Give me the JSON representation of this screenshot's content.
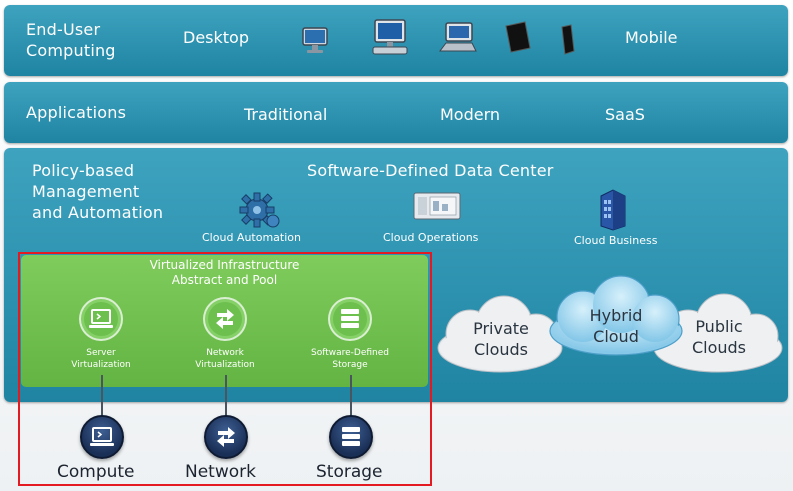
{
  "top_band": {
    "title_line1": "End-User",
    "title_line2": "Computing",
    "desktop": "Desktop",
    "mobile": "Mobile"
  },
  "app_band": {
    "title": "Applications",
    "items": [
      "Traditional",
      "Modern",
      "SaaS"
    ]
  },
  "sddc_band": {
    "left_line1": "Policy-based",
    "left_line2": "Management",
    "left_line3": "and Automation",
    "title": "Software-Defined Data Center",
    "services": [
      "Cloud Automation",
      "Cloud Operations",
      "Cloud Business"
    ]
  },
  "virtualized": {
    "title": "Virtualized Infrastructure",
    "subtitle": "Abstract and Pool",
    "items": [
      {
        "line1": "Server",
        "line2": "Virtualization"
      },
      {
        "line1": "Network",
        "line2": "Virtualization"
      },
      {
        "line1": "Software-Defined",
        "line2": "Storage"
      }
    ]
  },
  "hardware": {
    "items": [
      "Compute",
      "Network",
      "Storage"
    ]
  },
  "clouds": {
    "private": {
      "line1": "Private",
      "line2": "Clouds"
    },
    "hybrid": {
      "line1": "Hybrid",
      "line2": "Cloud"
    },
    "public": {
      "line1": "Public",
      "line2": "Clouds"
    }
  },
  "colors": {
    "band": "#2c95b3",
    "green": "#6dbf4e",
    "highlight": "#e41a22",
    "navy": "#1f3a66"
  }
}
